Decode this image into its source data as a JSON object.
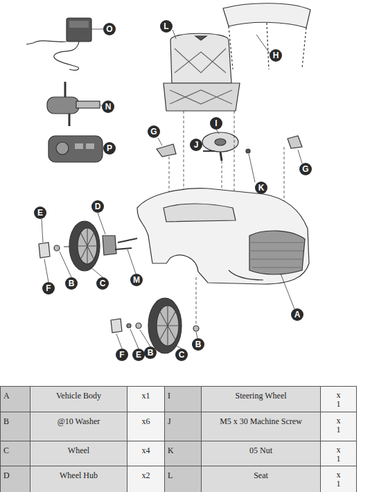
{
  "diagram": {
    "nodes": [
      {
        "text": [
          "O"
        ]
      },
      {
        "text": [
          "L"
        ]
      },
      {
        "text": [
          "H"
        ]
      },
      {
        "text": [
          "N"
        ]
      },
      {
        "text": [
          "I"
        ]
      },
      {
        "text": [
          "G"
        ]
      },
      {
        "text": [
          "J"
        ]
      },
      {
        "text": [
          "P"
        ]
      },
      {
        "text": [
          "G"
        ]
      },
      {
        "text": [
          "K"
        ]
      },
      {
        "text": [
          "D"
        ]
      },
      {
        "text": [
          "E"
        ]
      },
      {
        "text": [
          "M"
        ]
      },
      {
        "text": [
          "B"
        ]
      },
      {
        "text": [
          "C"
        ]
      },
      {
        "text": [
          "F"
        ]
      },
      {
        "text": [
          "A"
        ]
      },
      {
        "text": [
          "B"
        ]
      },
      {
        "text": [
          "F"
        ]
      },
      {
        "text": [
          "E"
        ]
      },
      {
        "text": [
          "B"
        ]
      },
      {
        "text": [
          "C"
        ]
      }
    ],
    "labels": [
      "A",
      "Vehicle Body",
      "x1",
      "I",
      "Steering Wheel",
      "x1",
      "B",
      "@10 Washer",
      "x6",
      "J",
      "M5 x 30 Machine Screw",
      "x1",
      "C",
      "Wheel",
      "x4",
      "K",
      "05 Nut",
      "x1",
      "D",
      "Wheel Hub",
      "x2",
      "L",
      "Seat",
      "x1"
    ]
  }
}
